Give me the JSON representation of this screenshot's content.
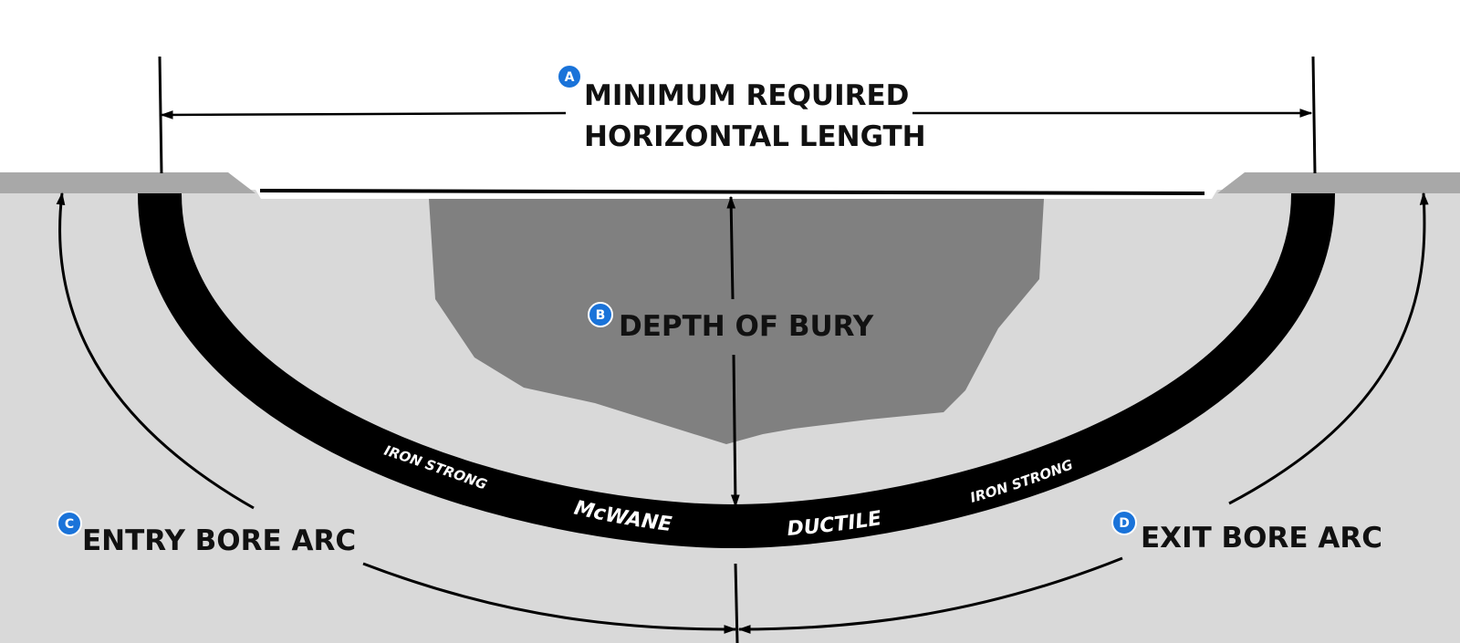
{
  "labels": {
    "a_line1": "MINIMUM REQUIRED",
    "a_line2": "HORIZONTAL LENGTH",
    "b": "DEPTH OF BURY",
    "c": "ENTRY BORE ARC",
    "d": "EXIT BORE ARC"
  },
  "badges": {
    "a": "A",
    "b": "B",
    "c": "C",
    "d": "D"
  },
  "pipe_text": {
    "iron_strong_left": "IRON STRONG",
    "mcwane": "McWANE",
    "ductile": "DUCTILE",
    "iron_strong_right": "IRON STRONG"
  },
  "colors": {
    "ground": "#d9d9d9",
    "surface": "#a8a8a8",
    "obstacle": "#808080",
    "pipe": "#000000",
    "badge": "#1a73d9"
  }
}
